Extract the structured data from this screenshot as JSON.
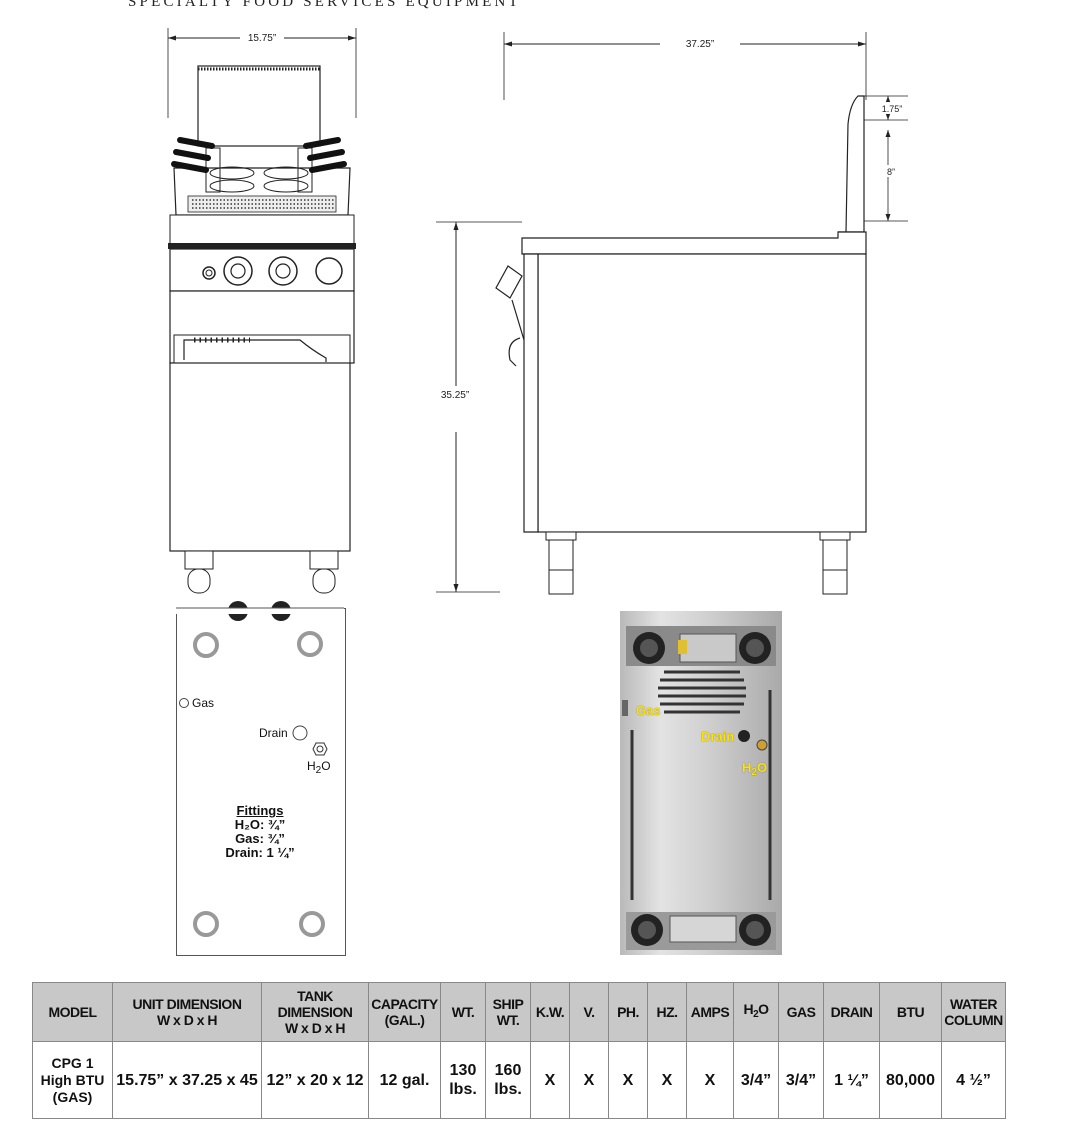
{
  "header": {
    "text": "SPECIALTY FOOD SERVICES EQUIPMENT"
  },
  "dimensions": {
    "front_width": "15.75”",
    "side_depth": "37.25”",
    "backsplash_top": "1.75”",
    "backsplash_height": "8”",
    "overall_height": "35.25”"
  },
  "plan": {
    "gas_label": "Gas",
    "drain_label": "Drain",
    "h2o_label": "H",
    "h2o_sub": "2",
    "h2o_tail": "O",
    "fittings_title": "Fittings",
    "fittings_h2o": "H₂O: ¾”",
    "fittings_gas": "Gas: ¾”",
    "fittings_drain": "Drain: 1 ¼”"
  },
  "photo": {
    "gas_label": "Gas",
    "drain_label": "Drain",
    "h2o_label": "H",
    "h2o_sub": "2",
    "h2o_tail": "O"
  },
  "table": {
    "headers": {
      "model": "MODEL",
      "unit_dim_1": "UNIT DIMENSION",
      "unit_dim_2": "W x D x H",
      "tank_dim_1": "TANK DIMENSION",
      "tank_dim_2": "W x D x H",
      "capacity_1": "CAPACITY",
      "capacity_2": "(GAL.)",
      "wt": "WT.",
      "ship_1": "SHIP",
      "ship_2": "WT.",
      "kw": "K.W.",
      "v": "V.",
      "ph": "PH.",
      "hz": "HZ.",
      "amps": "AMPS",
      "h2o_1": "H",
      "h2o_sub": "2",
      "h2o_2": "O",
      "gas": "GAS",
      "drain": "DRAIN",
      "btu": "BTU",
      "water_1": "WATER",
      "water_2": "COLUMN"
    },
    "row": {
      "model_1": "CPG 1",
      "model_2": "High BTU",
      "model_3": "(GAS)",
      "unit_dim": "15.75” x 37.25 x 45",
      "tank_dim": "12” x 20 x 12",
      "capacity": "12 gal.",
      "wt_1": "130",
      "wt_2": "lbs.",
      "ship_1": "160",
      "ship_2": "lbs.",
      "kw": "X",
      "v": "X",
      "ph": "X",
      "hz": "X",
      "amps": "X",
      "h2o": "3/4”",
      "gas": "3/4”",
      "drain": "1 ¼”",
      "btu": "80,000",
      "water_column": "4 ½”"
    }
  }
}
